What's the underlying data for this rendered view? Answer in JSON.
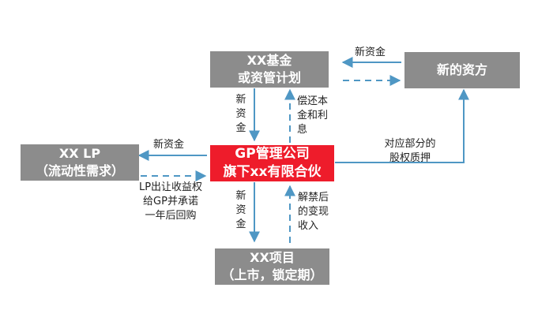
{
  "nodes": {
    "fund": {
      "line1": "XX基金",
      "line2": "或资管计划"
    },
    "new_investor": {
      "line1": "新的资方"
    },
    "lp": {
      "line1": "XX LP",
      "line2": "（流动性需求）"
    },
    "gp": {
      "line1": "GP管理公司",
      "line2": "旗下xx有限合伙"
    },
    "project": {
      "line1": "XX项目",
      "line2": "（上市，锁定期）"
    }
  },
  "labels": {
    "new_funds_top": "新资金",
    "new_funds_lp": "新资金",
    "fund_to_gp": [
      "新",
      "资",
      "金"
    ],
    "repay": [
      "偿还本",
      "金和利",
      "息"
    ],
    "equity_pledge": [
      "对应部分的",
      "股权质押"
    ],
    "lp_transfer": [
      "LP出让收益权",
      "给GP并承诺",
      "一年后回购"
    ],
    "gp_to_project": [
      "新",
      "资",
      "金"
    ],
    "exit_income": [
      "解禁后",
      "的变现",
      "收入"
    ]
  },
  "colors": {
    "box_gray": "#8c8c8c",
    "box_red": "#ee1c2b",
    "arrow": "#4f97c4"
  }
}
